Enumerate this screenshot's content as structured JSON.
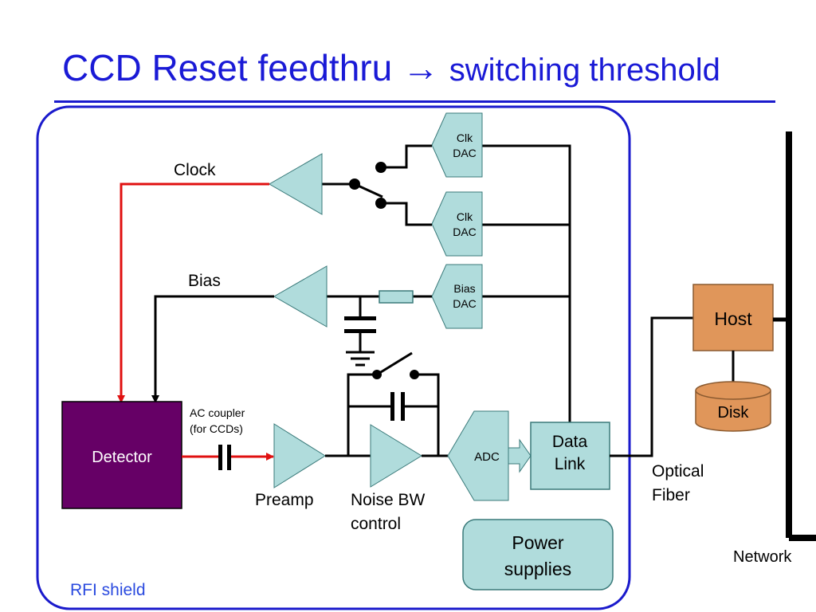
{
  "title": {
    "main": "CCD Reset feedthru",
    "arrow": "→",
    "sub": "switching threshold"
  },
  "labels": {
    "clock": "Clock",
    "bias": "Bias",
    "clk_dac": [
      "Clk",
      "DAC"
    ],
    "clk_dac2": [
      "Clk",
      "DAC"
    ],
    "bias_dac": [
      "Bias",
      "DAC"
    ],
    "detector": "Detector",
    "ac_coupler": [
      "AC coupler",
      "(for CCDs)"
    ],
    "preamp": "Preamp",
    "noise_bw": [
      "Noise BW",
      "control"
    ],
    "adc": "ADC",
    "data_link": [
      "Data",
      "Link"
    ],
    "optical_fiber": [
      "Optical",
      "Fiber"
    ],
    "host": "Host",
    "disk": "Disk",
    "power_supplies": [
      "Power",
      "supplies"
    ],
    "network": "Network",
    "rfi_shield": "RFI shield"
  },
  "colors": {
    "title": "#1a1ad6",
    "shield": "#1a1acc",
    "signal_red": "#e01010",
    "amp_fill": "#b0dcdc",
    "detector_fill": "#660066",
    "host_fill": "#e0965a"
  }
}
